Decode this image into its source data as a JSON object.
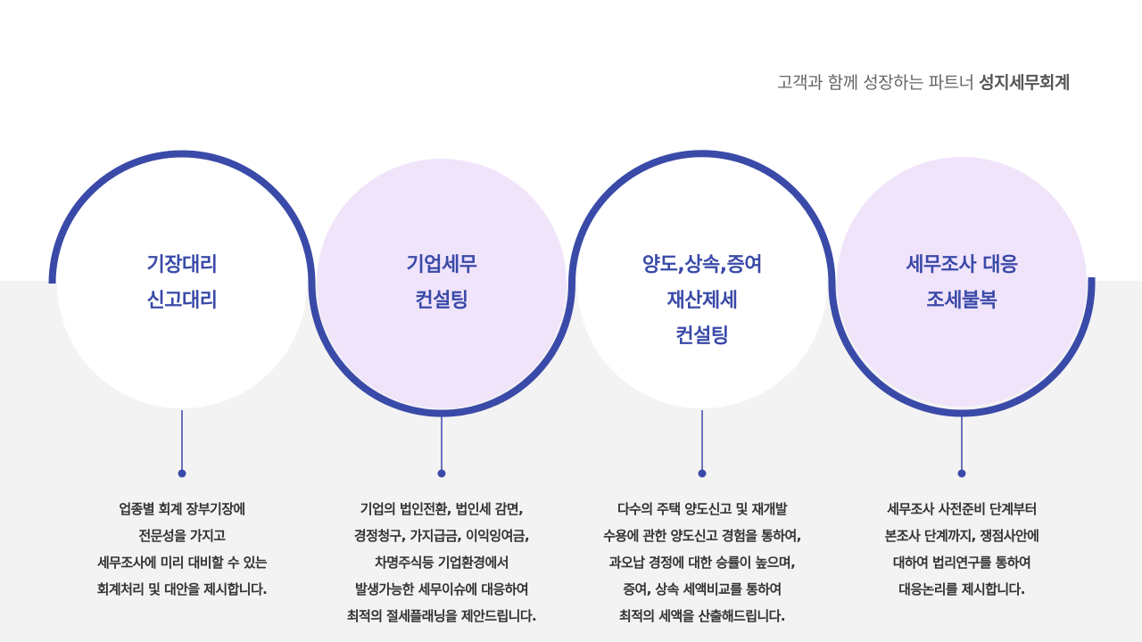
{
  "header": {
    "tagline": "고객과 함께 성장하는 파트너",
    "brand": "성지세무회계"
  },
  "colors": {
    "accent": "#3a4aa8",
    "lavender": "#f0e4fb",
    "band": "#f3f3f3"
  },
  "services": [
    {
      "title": [
        "기장대리",
        "신고대리"
      ],
      "description": [
        "업종별 회계 장부기장에",
        "전문성을 가지고",
        "세무조사에 미리 대비할 수 있는",
        "회계처리 및 대안을 제시합니다."
      ]
    },
    {
      "title": [
        "기업세무",
        "컨설팅"
      ],
      "description": [
        "기업의 법인전환, 법인세 감면,",
        "경정청구, 가지급금, 이익잉여금,",
        "차명주식등 기업환경에서",
        "발생가능한 세무이슈에 대응하여",
        "최적의 절세플래닝을 제안드립니다."
      ]
    },
    {
      "title": [
        "양도,상속,증여",
        "재산제세",
        "컨설팅"
      ],
      "description": [
        "다수의 주택 양도신고 및 재개발",
        "수용에 관한 양도신고 경험을 통하여,",
        "과오납 경정에 대한 승률이 높으며,",
        "증여, 상속 세액비교를 통하여",
        "최적의 세액을 산출해드립니다."
      ]
    },
    {
      "title": [
        "세무조사 대응",
        "조세불복"
      ],
      "description": [
        "세무조사 사전준비 단계부터",
        "본조사 단계까지, 쟁점사안에",
        "대하여 법리연구를 통하여",
        "대응논리를 제시합니다."
      ]
    }
  ]
}
